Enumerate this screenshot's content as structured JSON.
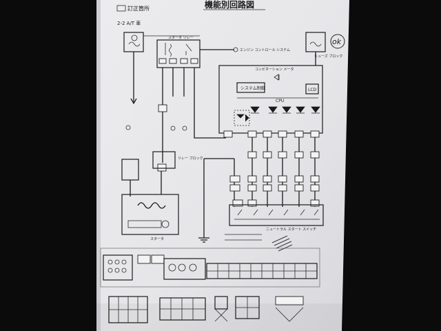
{
  "header": {
    "correction_label": "訂正箇所",
    "title": "機能別回路図"
  },
  "labels": {
    "section": "2-2 A/T 車",
    "starter_relay": "スタータ リレー",
    "engine_control": "エンジン コントロール システム",
    "combination_meter": "コンビネーション メータ",
    "system_control": "システム制御",
    "lcd": "LCD",
    "cpu": "CPU",
    "relay_block": "リレー ブロック",
    "starter": "スタータ",
    "neutral_start_switch": "ニュートラル スタート スイッチ",
    "fuse_block_right": "ヒューズ ブロック",
    "handwritten": "ok"
  }
}
